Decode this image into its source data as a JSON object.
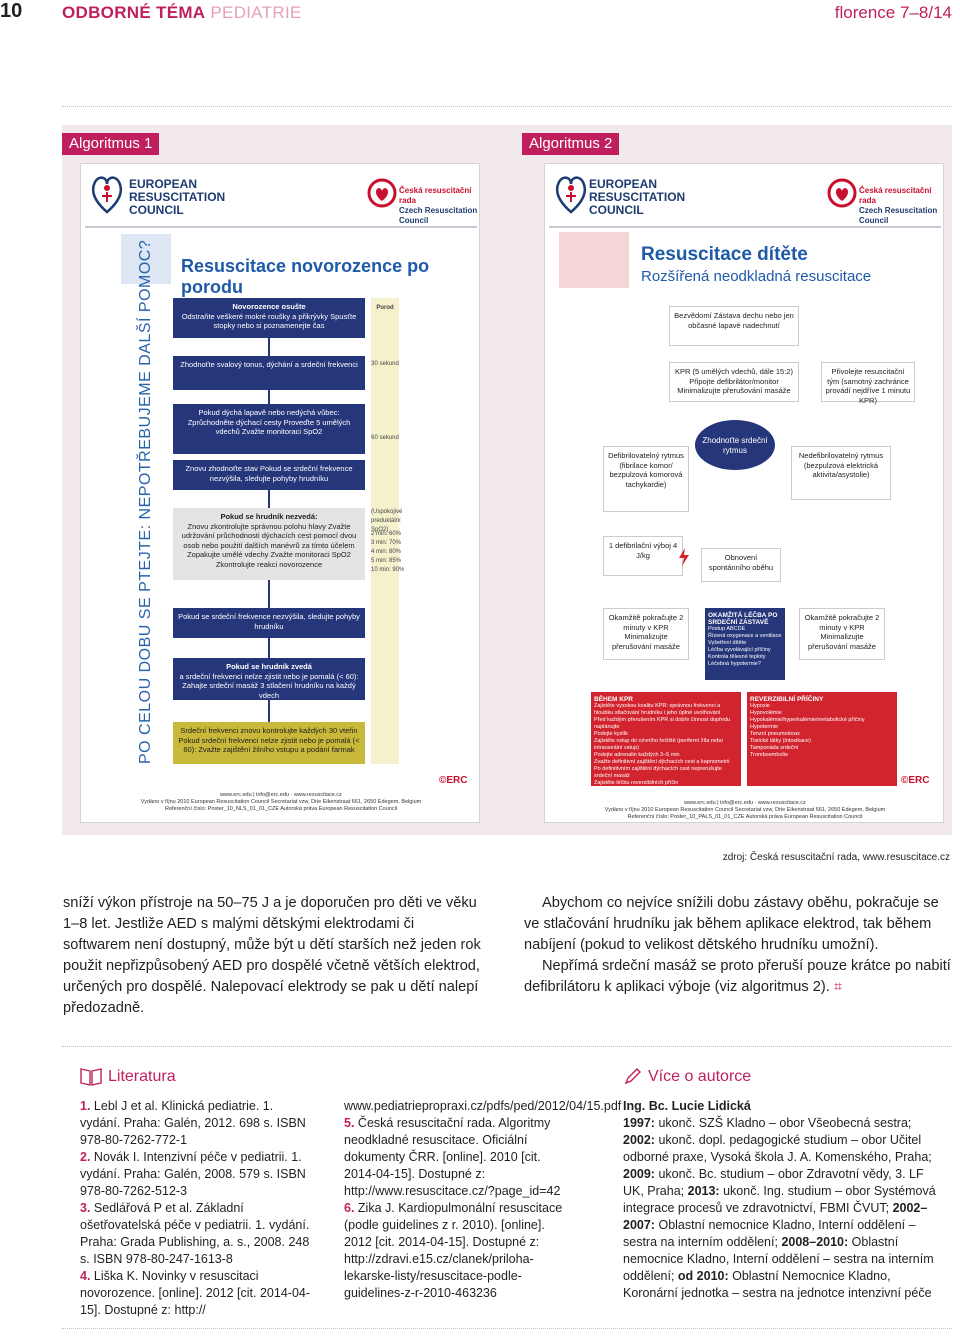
{
  "header": {
    "page_number": "10",
    "section_a": "ODBORNÉ TÉMA",
    "section_b": "PEDIATRIE",
    "brand": "florence",
    "issue": "7–8/14"
  },
  "figure": {
    "algo1_label": "Algoritmus 1",
    "algo2_label": "Algoritmus 2",
    "erc_lines": [
      "EUROPEAN",
      "RESUSCITATION",
      "COUNCIL"
    ],
    "crr_line1": "Česká resuscitační rada",
    "crr_line2": "Czech Resuscitation Council",
    "poster1": {
      "title": "Resuscitace novorozence po porodu",
      "side_text": "PO CELOU DOBU SE PTEJTE: NEPOTŘEBUJEME DALŠÍ POMOC?",
      "time_head": "Porod",
      "t30": "30 sekund",
      "t60": "60 sekund",
      "spo2_head": "(Uspokojivé preduktální SpO2)",
      "spo2": [
        "2 min: 60%",
        "3 min: 70%",
        "4 min: 80%",
        "5 min: 85%",
        "10 min: 90%"
      ],
      "b1_t": "Novorozence osušte",
      "b1_s": "Odstraňte veškeré mokré roušky a přikrývky Spusťte stopky nebo si poznamenejte čas",
      "b2": "Zhodnoťte svalový tonus, dýchání a srdeční frekvenci",
      "b3": "Pokud dýchá lapavě nebo nedýchá vůbec: Zprůchodněte dýchací cesty Proveďte 5 umělých vdechů Zvažte monitoraci SpO2",
      "b4": "Znovu zhodnoťte stav Pokud se srdeční frekvence nezvýšila, sledujte pohyby hrudníku",
      "b5_t": "Pokud se hrudník nezvedá:",
      "b5_s": "Znovu zkontrolujte správnou polohu hlavy Zvažte udržování průchodnosti dýchacích cest pomocí dvou osob nebo použití dalších manévrů za tímto účelem Zopakujte umělé vdechy Zvažte monitoraci SpO2 Zkontrolujte reakci novorozence",
      "b6": "Pokud se srdeční frekvence nezvýšila, sledujte pohyby hrudníku",
      "b7_t": "Pokud se hrudník zvedá",
      "b7_s": "a srdeční frekvenci nelze zjistit nebo je pomalá (< 60): Zahajte srdeční masáž 3 stlačení hrudníku na každý vdech",
      "b8": "Srdeční frekvenci znovu kontrolujte každých 30 vteřin Pokud srdeční frekvenci nelze zjistit nebo je pomalá (< 60): Zvažte zajištění žilního vstupu a podání farmak",
      "footer1": "www.erc.edu | info@erc.edu · www.resuscitace.cz",
      "footer2": "Vydáno v říjnu 2010 European Resuscitation Council Secretariat vzw, Drie Eikenstraat 661, 2650 Edegem, Belgium",
      "footer3": "Referenční číslo: Poster_10_NLS_01_01_CZE Autorská práva European Resuscitation Council"
    },
    "poster2": {
      "title": "Resuscitace dítěte",
      "subtitle": "Rozšířená neodkladná resuscitace",
      "top": "Bezvědomí Zástava dechu nebo jen občasné lapavé nadechnutí",
      "kpr": "KPR (5 umělých vdechů, dále 15:2) Připojte defibrilátor/monitor Minimalizujte přerušování masáže",
      "team": "Přivolejte resuscitační tým (samotný zachránce provádí nejdříve 1 minutu KPR)",
      "rhythm": "Zhodnoťte srdeční rytmus",
      "shock": "Defibrilovatelný rytmus (fibrilace komor/ bezpulzová komorová tachykardie)",
      "nonshock": "Nedefibrilovatelný rytmus (bezpulzová elektrická aktivita/asystolie)",
      "rosc": "Obnovení spontánního oběhu",
      "defib": "1 defibrilační výboj 4 J/kg",
      "resume1": "Okamžitě pokračujte 2 minuty v KPR Minimalizujte přerušování masáže",
      "resume2": "Okamžitě pokračujte 2 minuty v KPR Minimalizujte přerušování masáže",
      "post_t": "OKAMŽITÁ LÉČBA PO SRDEČNÍ ZÁSTAVĚ",
      "post_items": [
        "Postup ABCDE",
        "Řízená oxygenace a ventilace",
        "Vyšetření dítěte",
        "Léčba vyvolávající příčiny",
        "Kontrola tělesné teploty",
        "Léčebná hypotermie?"
      ],
      "during_t": "BĚHEM KPR",
      "during_items": [
        "Zajistěte vysokou kvalitu KPR: správnou frekvenci a hloubku stlačování hrudníku i jeho úplné uvolňování",
        "Před každým přerušením KPR si dobře činnost dopředu naplánujte",
        "Podejte kyslík",
        "Zajistěte vstup do cévního řečiště (periferní žíla nebo intraoseální vstup)",
        "Podejte adrenalin každých 3–5 min",
        "Zvažte definitivní zajištění dýchacích cest a kapnometrii",
        "Po definitivním zajištění dýchacích cest neprerušujte srdeční masáž",
        "Zajistěte léčbu reverzibilních příčin"
      ],
      "rev_t": "REVERZIBILNÍ PŘÍČINY",
      "rev_items": [
        "Hypoxie",
        "Hypovolémie",
        "Hypokalémie/hyperkalémie/metabolické příčiny",
        "Hypotermie",
        "Tenzní pneumotorax",
        "Toxické látky (intoxikace)",
        "Tamponáda srdeční",
        "Tromboembolie"
      ],
      "footer1": "www.erc.edu | info@erc.edu · www.resuscitace.cz",
      "footer2": "Vydáno v říjnu 2010 European Resuscitation Council Secretariat vzw, Drie Eikenstraat 661, 2650 Edegem, Belgium",
      "footer3": "Referenční číslo: Poster_10_PALS_01_01_CZE Autorská práva European Resuscitation Council"
    },
    "source": "zdroj: Česká resuscitační rada, www.resuscitace.cz"
  },
  "body": {
    "left_p1": "sníží výkon přístroje na 50–75 J a je doporučen pro děti ve věku 1–8 let. Jestliže AED s malými dětskými elektrodami či softwarem není dostupný, může být u dětí starších než jeden rok použit nepřizpůsobený AED pro dospělé včetně větších elektrod, určených pro dospělé. Nalepovací elektrody se pak u dětí nalepí předozadně.",
    "right_p1": "Abychom co nejvíce snížili dobu zástavy oběhu, pokračuje se ve stlačování hrudníku jak během aplikace elektrod, tak během nabíjení (pokud to velikost dětského hrudníku umožní).",
    "right_p2": "Nepřímá srdeční masáž se proto přeruší pouze krátce po nabití defibrilátoru k aplikaci výboje (viz algoritmus 2)."
  },
  "literatura": {
    "title": "Literatura",
    "col1": [
      {
        "n": "1.",
        "t": "Lebl J et al. Klinická pediatrie. 1. vydání. Praha: Galén, 2012. 698 s. ISBN 978-80-7262-772-1"
      },
      {
        "n": "2.",
        "t": "Novák I. Intenzivní péče v pediatrii. 1. vydání. Praha: Galén, 2008. 579 s. ISBN 978-80-7262-512-3"
      },
      {
        "n": "3.",
        "t": "Sedlářová P et al. Základní ošetřovatelská péče v pediatrii. 1. vydání. Praha: Grada Publishing, a. s., 2008. 248 s. ISBN 978-80-247-1613-8"
      },
      {
        "n": "4.",
        "t": "Liška K. Novinky v resuscitaci novorozence. [online]. 2012 [cit. 2014-04-15]. Dostupné z: http://"
      }
    ],
    "col2_cont": "www.pediatriepropraxi.cz/pdfs/ped/2012/04/15.pdf",
    "col2": [
      {
        "n": "5.",
        "t": "Česká resuscitační rada. Algoritmy neodkladné resuscitace. Oficiální dokumenty ČRR. [online]. 2010 [cit. 2014-04-15]. Dostupné z: http://www.resuscitace.cz/?page_id=42"
      },
      {
        "n": "6.",
        "t": "Zika J. Kardiopulmonální resuscitace (podle guidelines z r. 2010). [online]. 2012 [cit. 2014-04-15]. Dostupné z: http://zdravi.e15.cz/clanek/priloha-lekarske-listy/resuscitace-podle-guidelines-z-r-2010-463236"
      }
    ]
  },
  "author": {
    "title": "Více o autorce",
    "name": "Ing. Bc. Lucie Lidická",
    "y1": "1997:",
    "t1": "ukonč. SZŠ Kladno – obor Všeobecná sestra;",
    "y2": "2002:",
    "t2": "ukonč. dopl. pedagogické studium – obor Učitel odborné praxe, Vysoká škola J. A. Komenského, Praha;",
    "y3": "2009:",
    "t3": "ukonč. Bc. studium – obor Zdravotní vědy, 3. LF UK, Praha;",
    "y4": "2013:",
    "t4": "ukonč. Ing. studium – obor Systémová integrace procesů ve zdravotnictví, FBMI ČVUT;",
    "y5": "2002–2007:",
    "t5": "Oblastní nemocnice Kladno, Interní oddělení – sestra na interním oddělení;",
    "y6": "2008–2010:",
    "t6": "Oblastní nemocnice Kladno, Interní oddělení – sestra na interním oddělení;",
    "y7": "od 2010:",
    "t7": "Oblastní Nemocnice Kladno, Koronární jednotka – sestra na jednotce intenzivní péče"
  }
}
